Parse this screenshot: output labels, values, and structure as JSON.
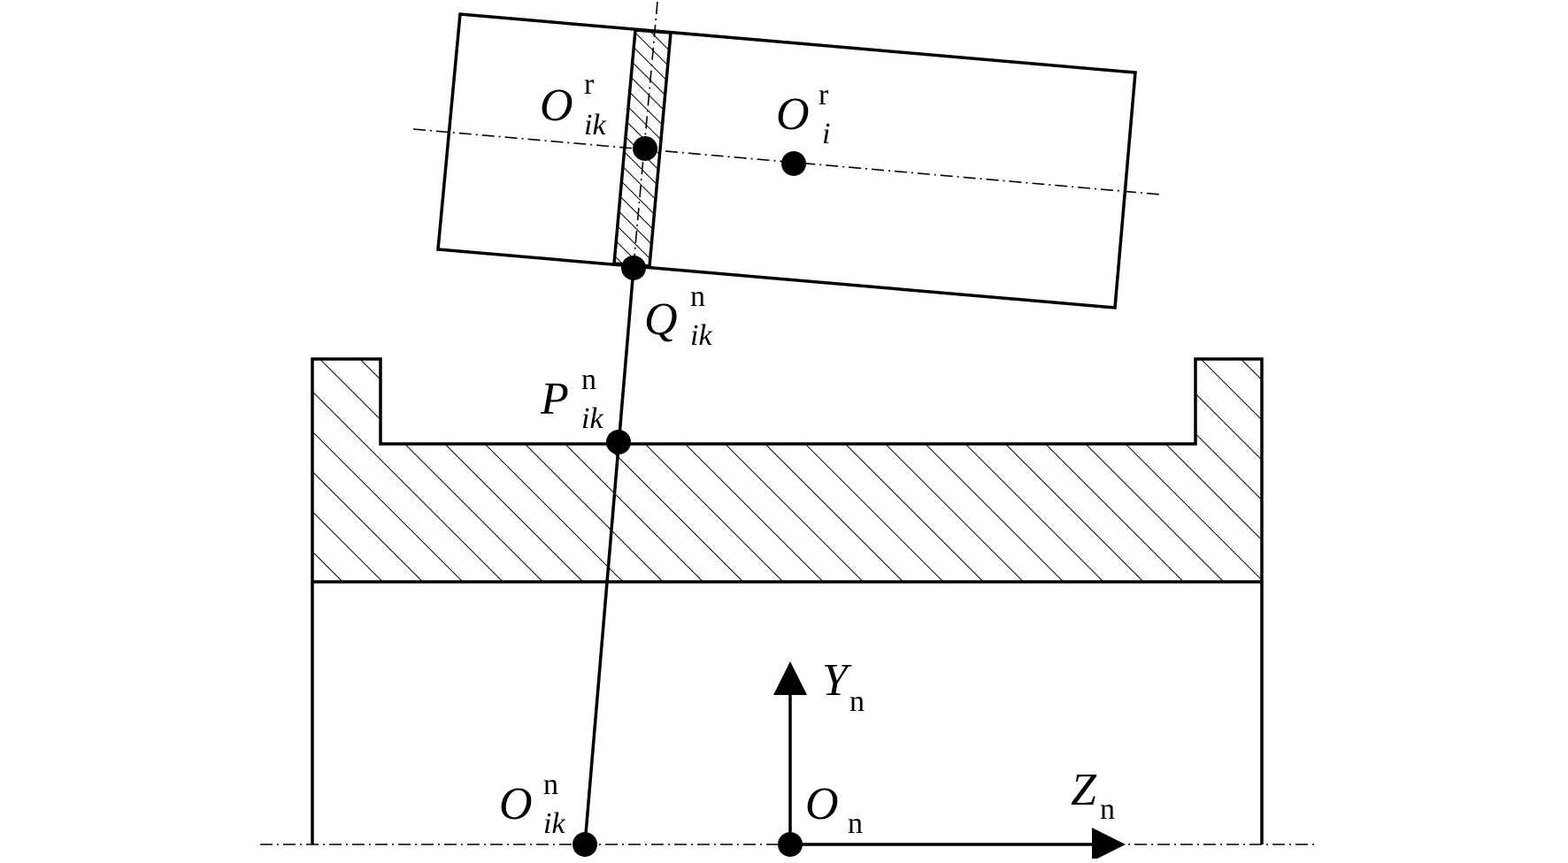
{
  "labels": {
    "roller_center": {
      "main": "O",
      "sup": "r",
      "sub": "i"
    },
    "slice_center": {
      "main": "O",
      "sup": "r",
      "sub": "ik"
    },
    "contact_roller": {
      "main": "Q",
      "sup": "n",
      "sub": "ik"
    },
    "contact_race": {
      "main": "P",
      "sup": "n",
      "sub": "ik"
    },
    "slice_origin": {
      "main": "O",
      "sup": "n",
      "sub": "ik"
    },
    "frame_origin": {
      "main": "O",
      "sub": "n"
    },
    "axis_y": {
      "main": "Y",
      "sub": "n"
    },
    "axis_z": {
      "main": "Z",
      "sub": "n"
    }
  },
  "colors": {
    "ink": "#000000",
    "background": "#ffffff"
  }
}
